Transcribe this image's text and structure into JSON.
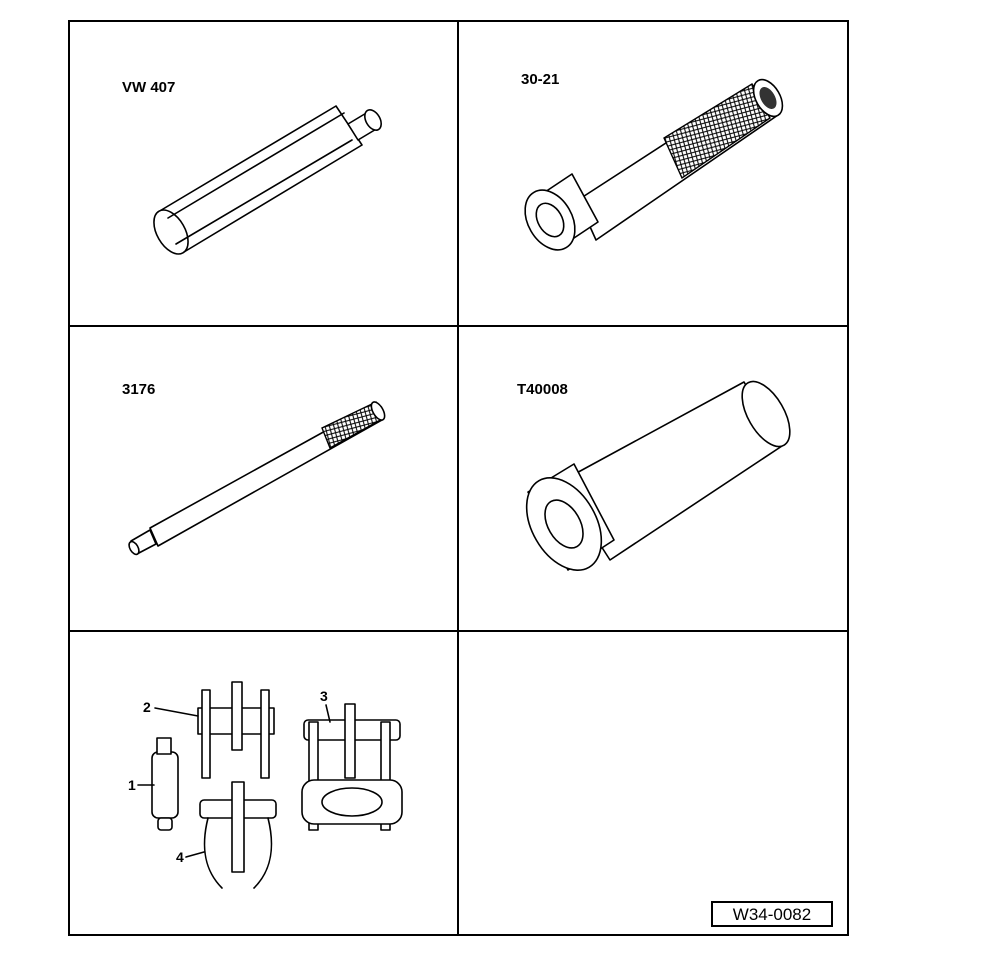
{
  "cells": [
    {
      "label": "VW 407"
    },
    {
      "label": "30-21"
    },
    {
      "label": "3176"
    },
    {
      "label": "T40008"
    }
  ],
  "parts": {
    "callouts": [
      "1",
      "2",
      "3",
      "4"
    ]
  },
  "reference_code": "W34-0082"
}
